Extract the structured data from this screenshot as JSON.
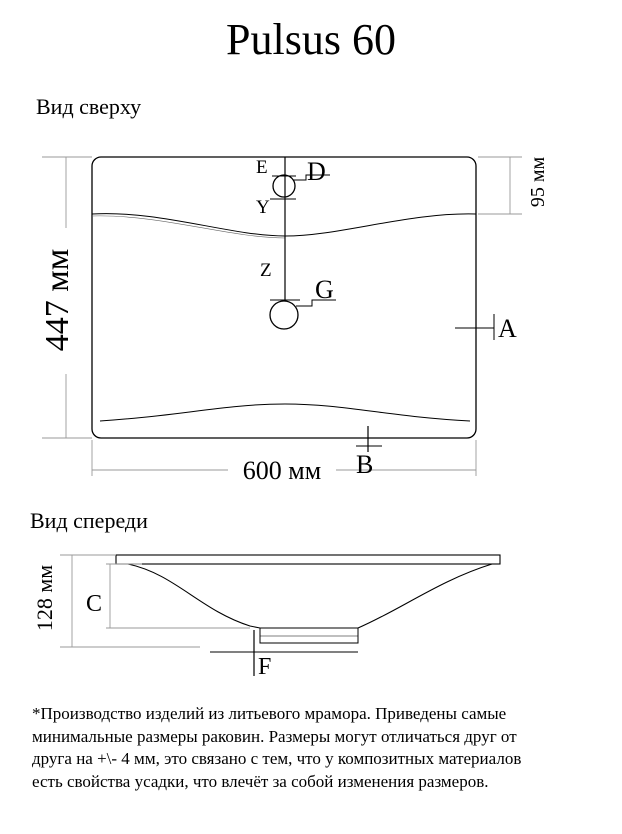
{
  "title": "Pulsus 60",
  "top_view": {
    "label": "Вид сверху",
    "width_label": "600 мм",
    "depth_label": "447 мм",
    "edge_label": "95 мм",
    "markers": {
      "a": "A",
      "b": "B",
      "d": "D",
      "e": "E",
      "g": "G",
      "y": "Y",
      "z": "Z"
    }
  },
  "front_view": {
    "label": "Вид спереди",
    "height_label": "128 мм",
    "markers": {
      "c": "C",
      "f": "F"
    }
  },
  "footnote": {
    "lines": [
      "*Производство изделий из литьевого мрамора. Приведены самые",
      "минимальные размеры раковин. Размеры могут отличаться друг от",
      "друга на +\\- 4 мм, это связано с тем, что у композитных материалов",
      "есть свойства усадки, что влечёт за собой изменения размеров."
    ]
  }
}
